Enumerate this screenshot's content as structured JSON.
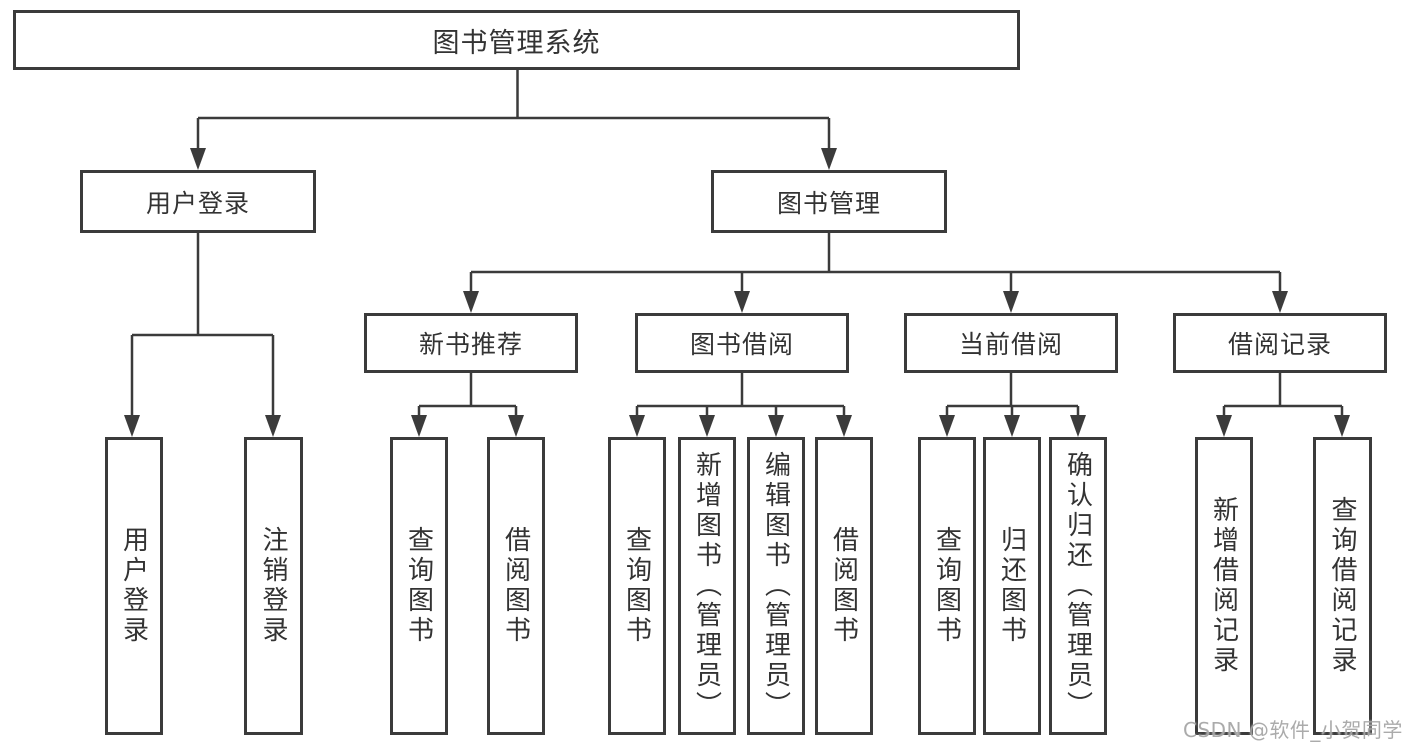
{
  "diagram_type": "functional-structure-tree",
  "tree": {
    "label": "图书管理系统",
    "children": [
      {
        "label": "用户登录",
        "children": [
          {
            "label": "用户登录"
          },
          {
            "label": "注销登录"
          }
        ]
      },
      {
        "label": "图书管理",
        "children": [
          {
            "label": "新书推荐",
            "children": [
              {
                "label": "查询图书"
              },
              {
                "label": "借阅图书"
              }
            ]
          },
          {
            "label": "图书借阅",
            "children": [
              {
                "label": "查询图书"
              },
              {
                "label": "新增图书（管理员）"
              },
              {
                "label": "编辑图书（管理员）"
              },
              {
                "label": "借阅图书"
              }
            ]
          },
          {
            "label": "当前借阅",
            "children": [
              {
                "label": "查询图书"
              },
              {
                "label": "归还图书"
              },
              {
                "label": "确认归还（管理员）"
              }
            ]
          },
          {
            "label": "借阅记录",
            "children": [
              {
                "label": "新增借阅记录"
              },
              {
                "label": "查询借阅记录"
              }
            ]
          }
        ]
      }
    ]
  },
  "watermark": {
    "text": "CSDN @软件_小贺同学"
  },
  "colors": {
    "line": "#3b3b3b",
    "text": "#333333",
    "background": "#ffffff",
    "watermark": "#a2a2a2"
  }
}
